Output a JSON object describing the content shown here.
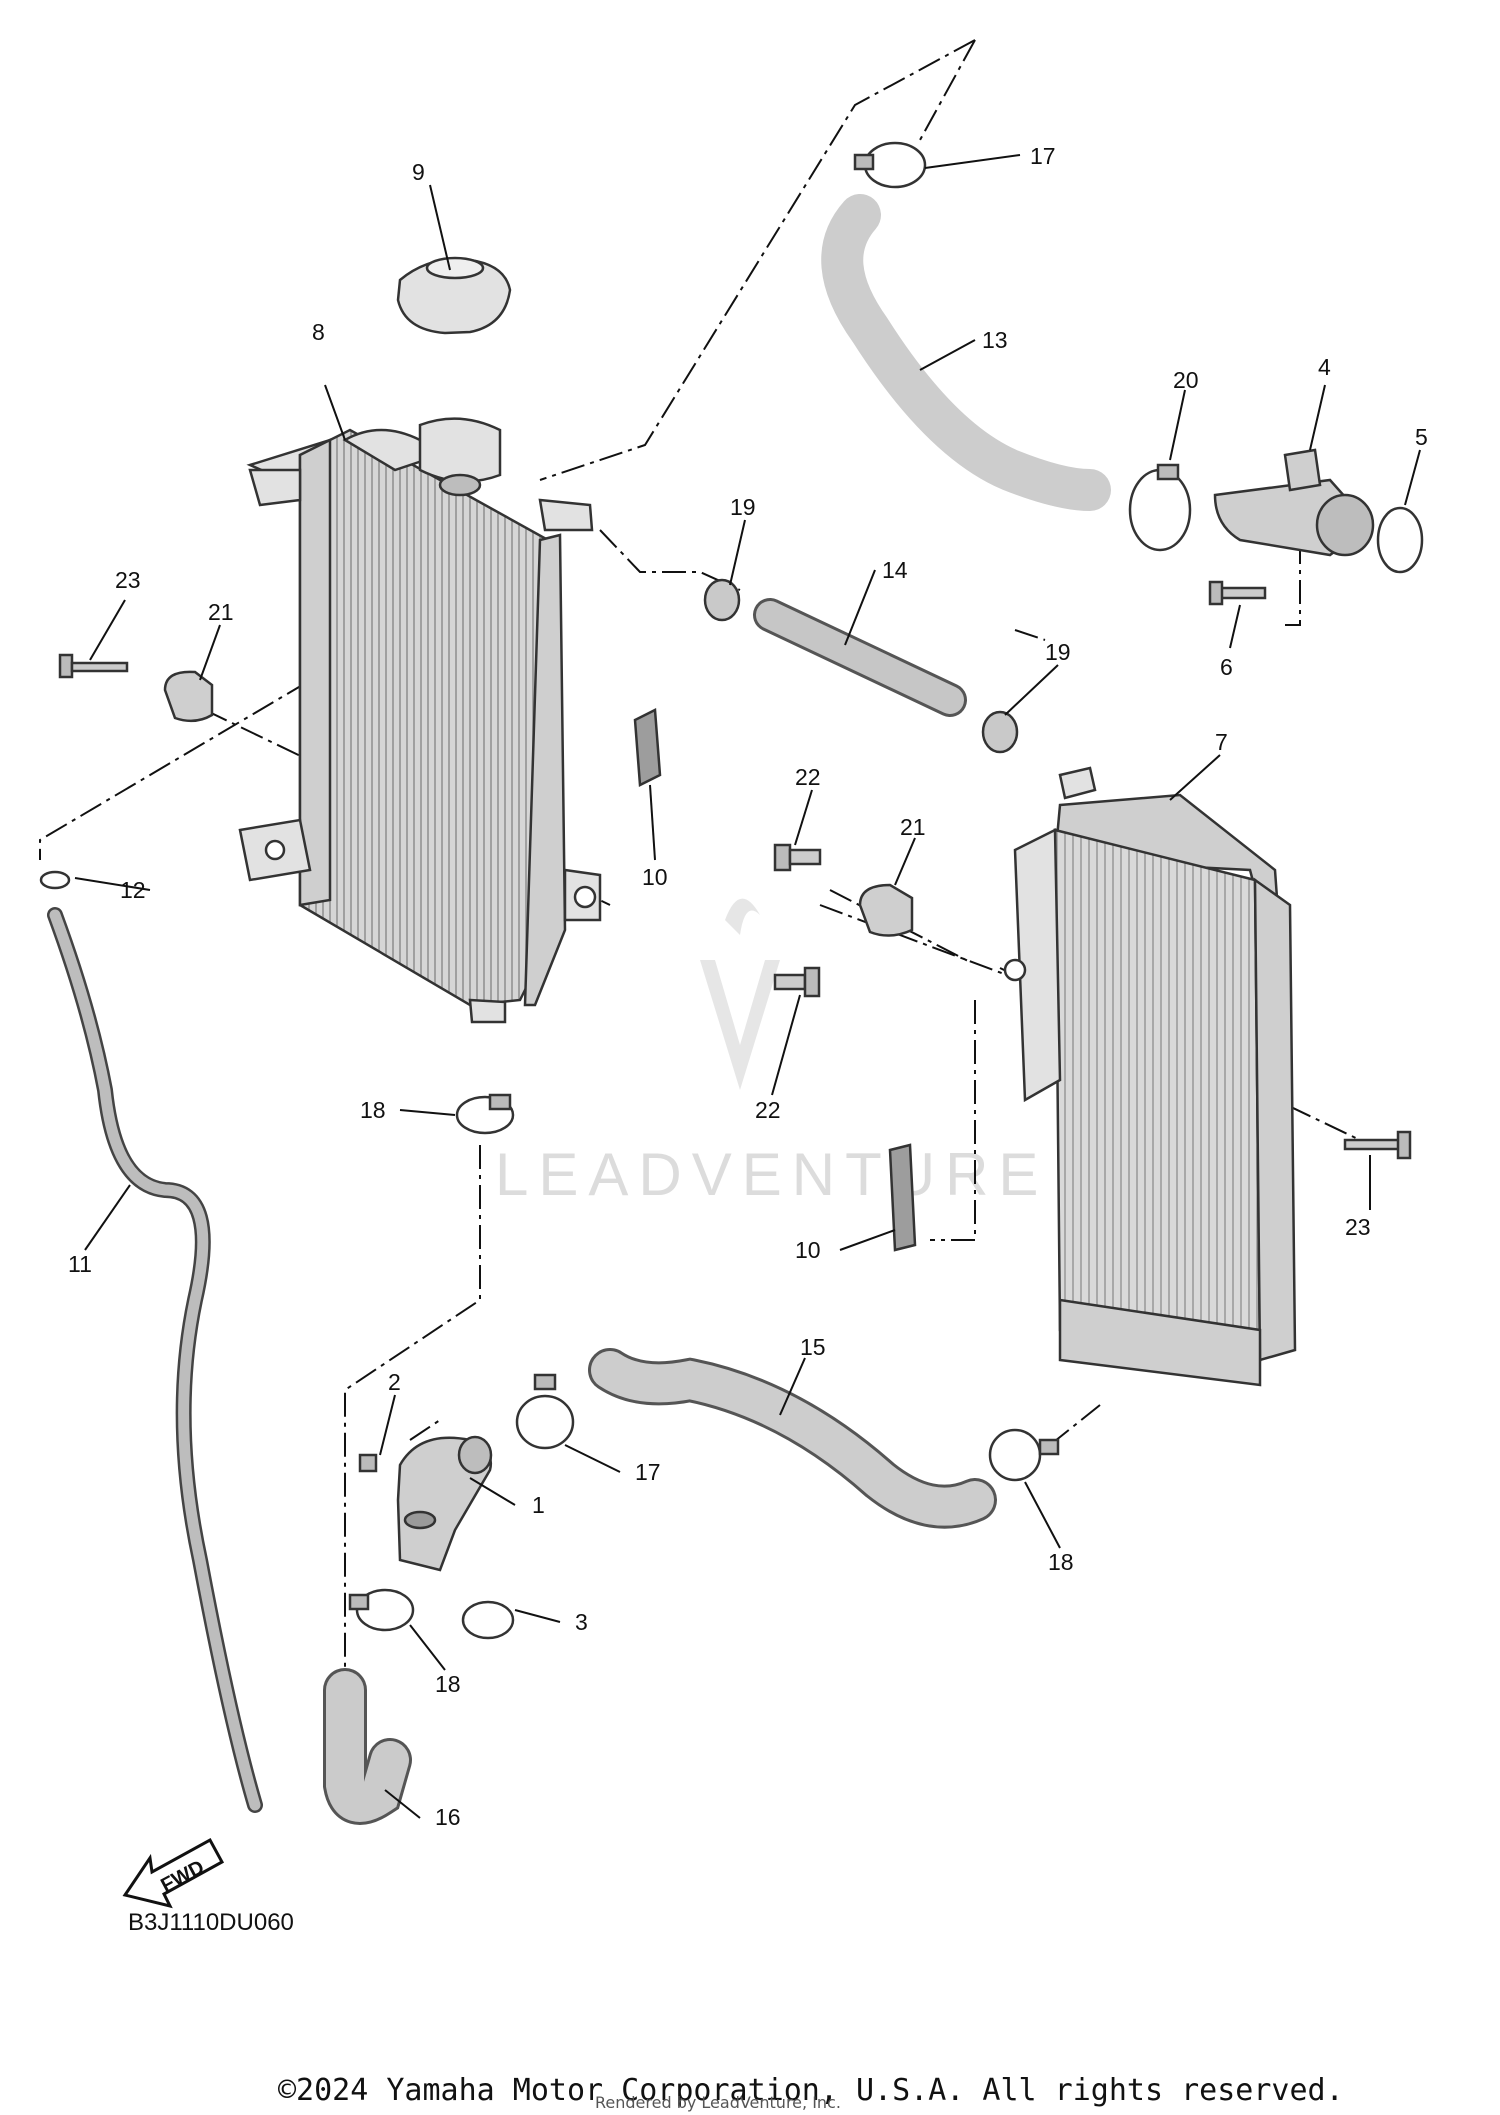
{
  "diagram": {
    "callouts": [
      "17",
      "9",
      "13",
      "8",
      "20",
      "4",
      "5",
      "19",
      "14",
      "23",
      "21",
      "6",
      "19",
      "22",
      "21",
      "7",
      "12",
      "10",
      "22",
      "18",
      "23",
      "11",
      "10",
      "15",
      "2",
      "1",
      "17",
      "3",
      "18",
      "18",
      "16"
    ],
    "fwd_label": "FWD",
    "diagram_code": "B3J1110DU060",
    "watermark": "LEADVENTURE",
    "copyright": "©2024 Yamaha Motor Corporation, U.S.A. All rights reserved.",
    "rendered_by": "Rendered by LeadVenture, Inc."
  }
}
